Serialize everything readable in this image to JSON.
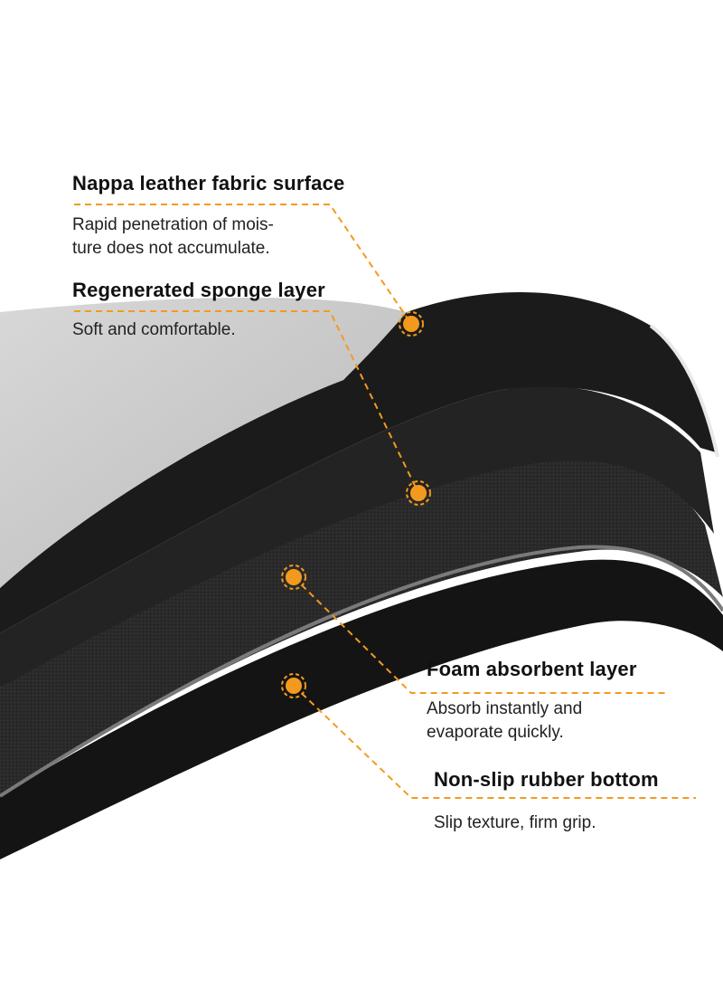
{
  "layers": [
    {
      "title": "Nappa leather fabric surface",
      "desc": [
        "Rapid penetration of mois-",
        "ture does not accumulate."
      ]
    },
    {
      "title": "Regenerated sponge layer",
      "desc": [
        "Soft and comfortable."
      ]
    },
    {
      "title": "Foam absorbent layer",
      "desc": [
        "Absorb instantly and",
        "evaporate quickly."
      ]
    },
    {
      "title": "Non-slip rubber bottom",
      "desc": [
        "Slip texture, firm grip."
      ]
    }
  ],
  "colors": {
    "accent": "#f39a1e",
    "fabric": "#c9c9c9",
    "layer_dark": "#1b1b1b"
  }
}
